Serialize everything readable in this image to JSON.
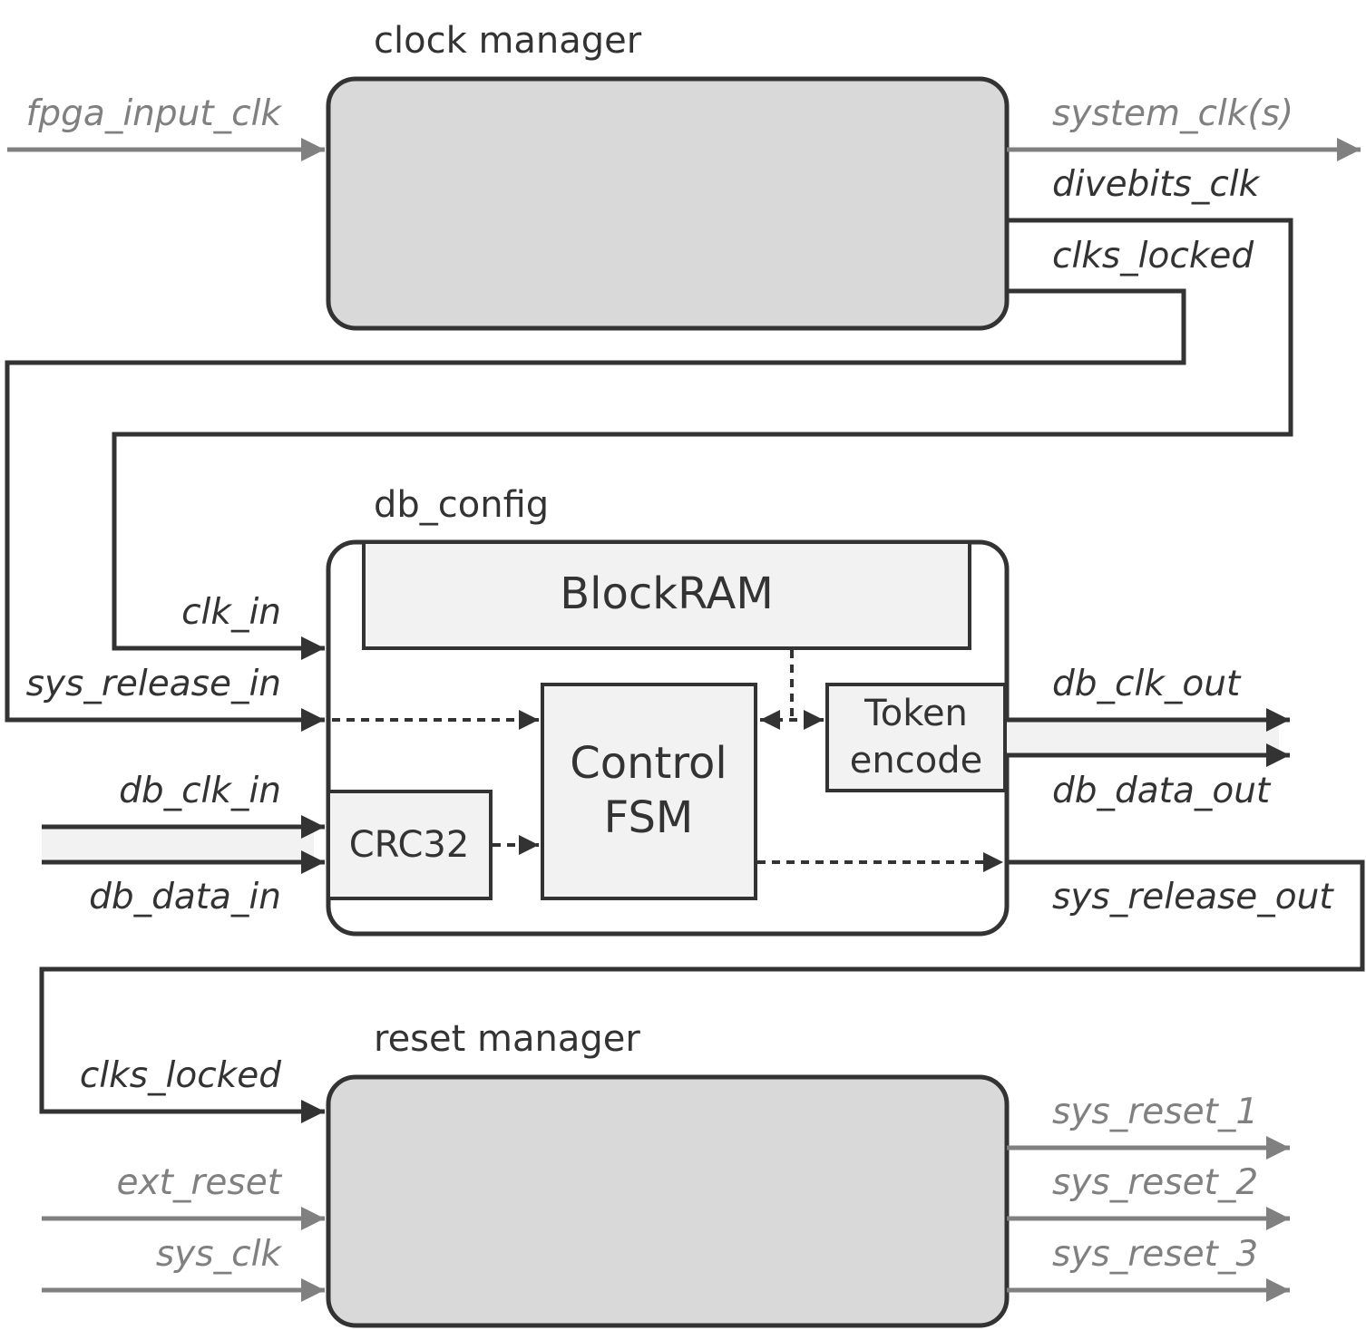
{
  "clock_manager": {
    "title": "clock manager",
    "inputs": {
      "fpga_input_clk": "fpga_input_clk"
    },
    "outputs": {
      "system_clk": "system_clk(s)",
      "divebits_clk": "divebits_clk",
      "clks_locked": "clks_locked"
    }
  },
  "db_config": {
    "title": "db_config",
    "blocks": {
      "blockram": "BlockRAM",
      "control_fsm_1": "Control",
      "control_fsm_2": "FSM",
      "token_encode_1": "Token",
      "token_encode_2": "encode",
      "crc32": "CRC32"
    },
    "inputs": {
      "clk_in": "clk_in",
      "sys_release_in": "sys_release_in",
      "db_clk_in": "db_clk_in",
      "db_data_in": "db_data_in"
    },
    "outputs": {
      "db_clk_out": "db_clk_out",
      "db_data_out": "db_data_out",
      "sys_release_out": "sys_release_out"
    }
  },
  "reset_manager": {
    "title": "reset manager",
    "inputs": {
      "clks_locked": "clks_locked",
      "ext_reset": "ext_reset",
      "sys_clk": "sys_clk"
    },
    "outputs": {
      "sys_reset_1": "sys_reset_1",
      "sys_reset_2": "sys_reset_2",
      "sys_reset_3": "sys_reset_3"
    }
  },
  "colors": {
    "dark_wire": "#333333",
    "grey_wire": "#808080",
    "module_fill": "#d9d9d9",
    "block_fill": "#f2f2f2"
  }
}
